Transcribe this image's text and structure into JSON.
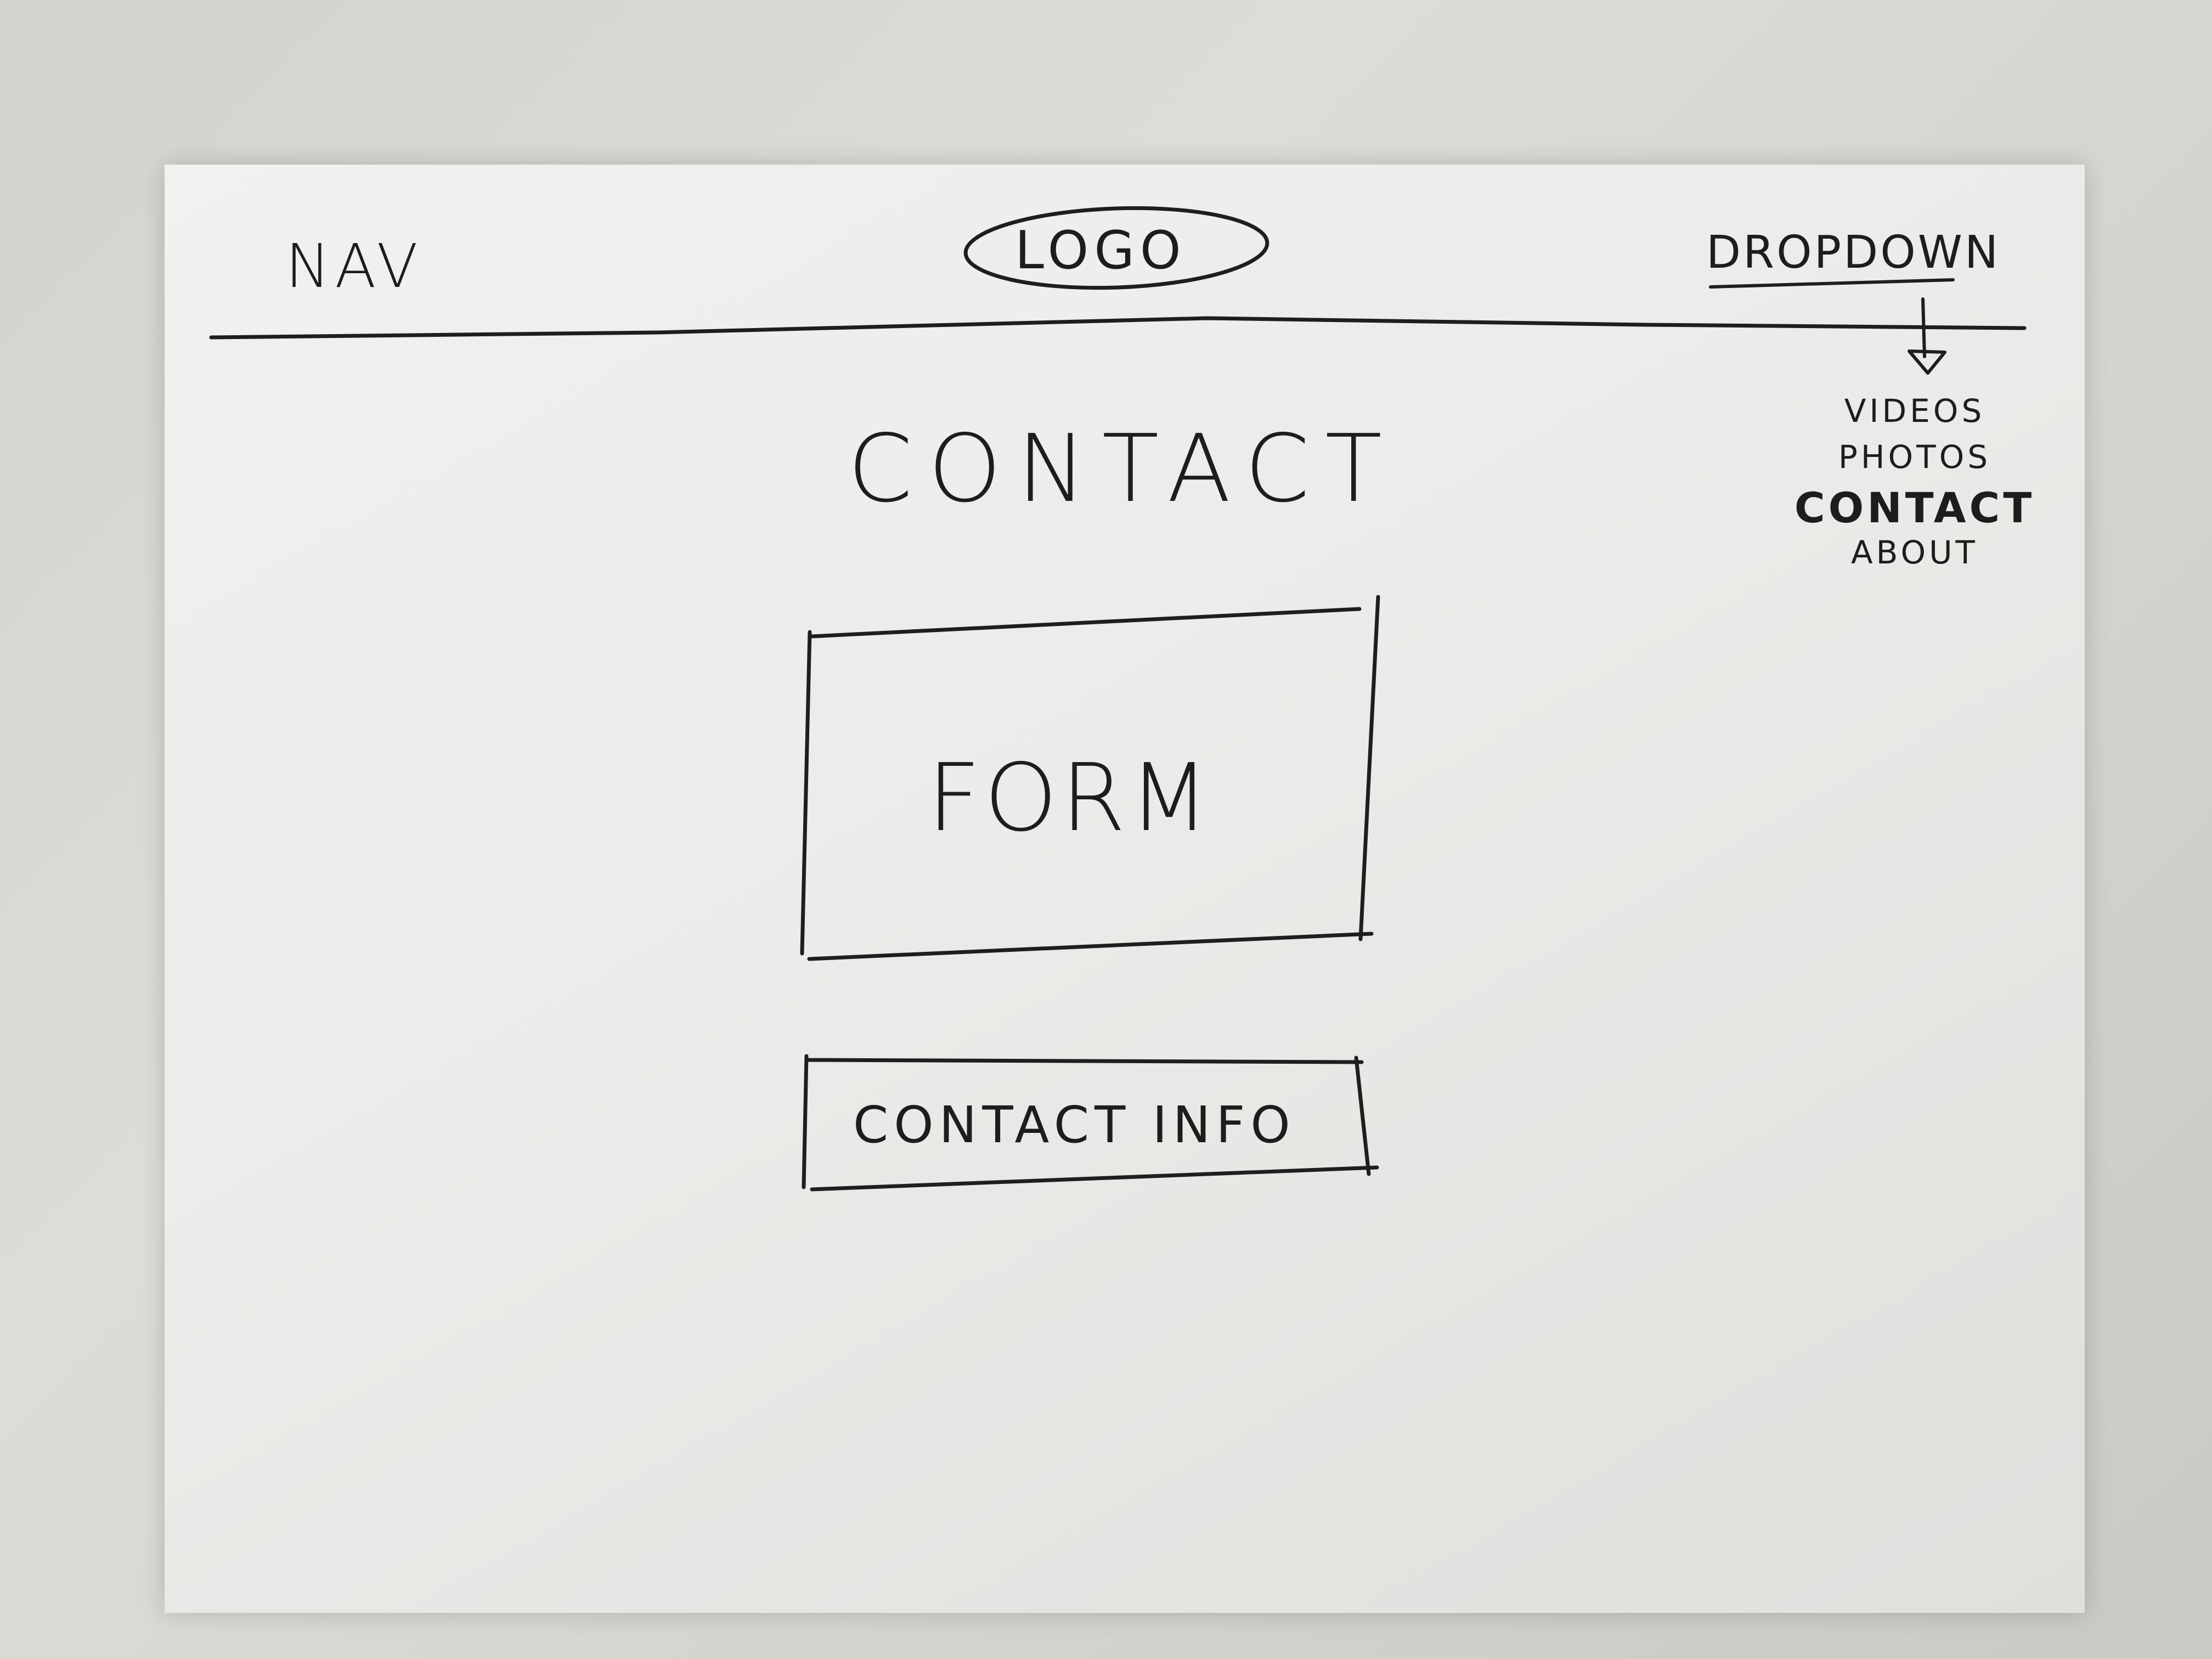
{
  "header": {
    "nav_label": "NAV",
    "logo_label": "LOGO",
    "dropdown_label": "DROPDOWN",
    "dropdown_items": [
      {
        "label": "VIDEOS"
      },
      {
        "label": "PHOTOS"
      },
      {
        "label": "CONTACT"
      },
      {
        "label": "ABOUT"
      }
    ]
  },
  "main": {
    "page_title": "CONTACT",
    "form_label": "FORM",
    "contact_info_label": "CONTACT INFO"
  },
  "style": {
    "ink_color": "#1e1e1e",
    "paper_color": "#ececea",
    "background_color": "#d4d4d0"
  }
}
